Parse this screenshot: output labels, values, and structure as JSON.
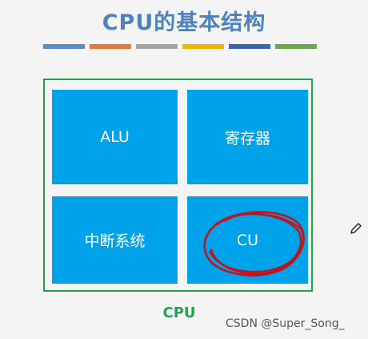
{
  "title": "CPU的基本结构",
  "stripe_colors": [
    "#5b8ec8",
    "#e07b39",
    "#a5a5a5",
    "#f2b600",
    "#3d65b0",
    "#6aa84f"
  ],
  "diagram": {
    "cells": [
      {
        "label": "ALU"
      },
      {
        "label": "寄存器"
      },
      {
        "label": "中断系统"
      },
      {
        "label": "CU"
      }
    ],
    "container_label": "CPU",
    "cell_color": "#00a2ea",
    "frame_color": "#21a24c",
    "annotation_color": "#c0141c"
  },
  "watermark": "CSDN @Super_Song_",
  "icons": [
    "pencil-icon"
  ]
}
